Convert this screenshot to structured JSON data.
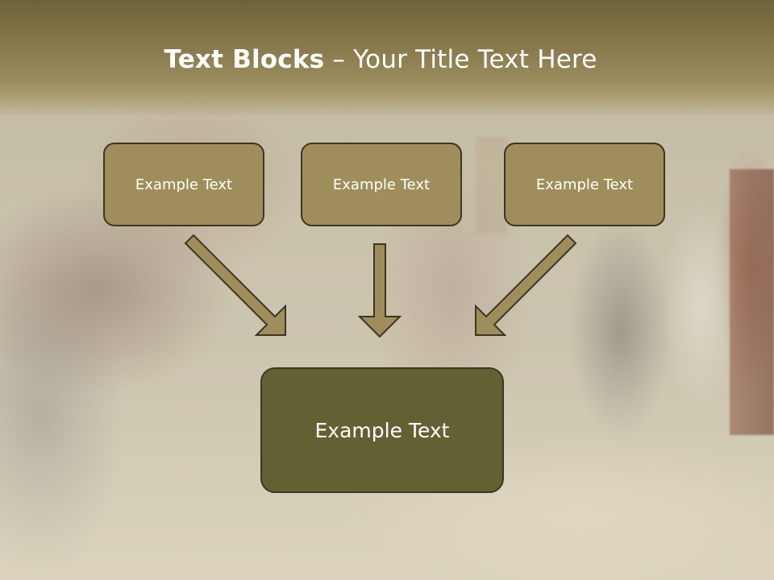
{
  "title": {
    "bold": "Text Blocks",
    "separator": " – ",
    "rest": "Your Title Text Here"
  },
  "blocks": [
    {
      "label": "Example Text"
    },
    {
      "label": "Example Text"
    },
    {
      "label": "Example Text"
    }
  ],
  "main_block": {
    "label": "Example Text"
  },
  "colors": {
    "header": "#85764a",
    "small_box": "#9f8e5c",
    "main_box": "#636134",
    "border": "#3b3623",
    "arrow_fill": "#9f8e5c"
  }
}
